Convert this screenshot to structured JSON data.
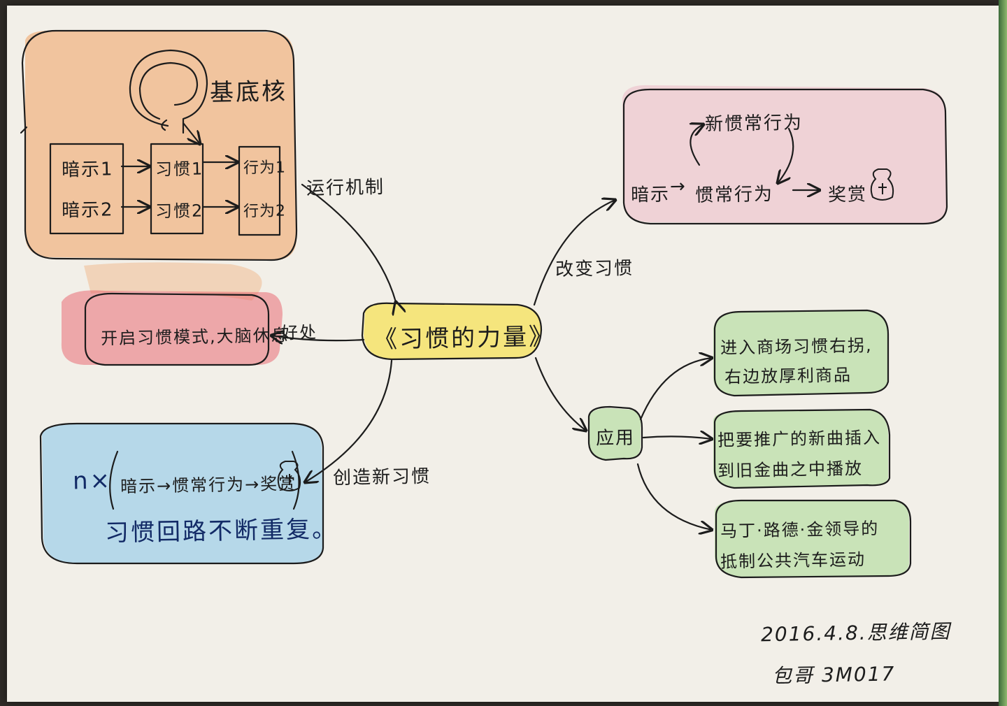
{
  "central_topic": "《习惯的力量》",
  "branches": {
    "mechanism": {
      "label": "运行机制",
      "basal_ganglia": "基底核",
      "cues": [
        "暗示1",
        "暗示2"
      ],
      "habits": [
        "习惯1",
        "习惯2"
      ],
      "actions": [
        "行为1",
        "行为2"
      ]
    },
    "benefit": {
      "label": "好处",
      "content": "开启习惯模式,大脑休息"
    },
    "change": {
      "label": "改变习惯",
      "new_routine": "新惯常行为",
      "cue": "暗示",
      "routine": "惯常行为",
      "reward": "奖赏"
    },
    "create": {
      "label": "创造新习惯",
      "prefix": "n×",
      "formula": "暗示→惯常行为→奖赏",
      "note": "习惯回路不断重复。"
    },
    "application": {
      "label": "应用",
      "items": [
        {
          "line1": "进入商场习惯右拐,",
          "line2": "右边放厚利商品"
        },
        {
          "line1": "把要推广的新曲插入",
          "line2": "到旧金曲之中播放"
        },
        {
          "line1": "马丁·路德·金领导的",
          "line2": "抵制公共汽车运动"
        }
      ]
    }
  },
  "footer": {
    "date_line": "2016.4.8.思维简图",
    "author": "包哥 3M017"
  },
  "icons": [
    "brain-icon",
    "money-bag-icon"
  ],
  "colors": {
    "orange": "#f0a060",
    "red": "#e7606a",
    "pink": "#eab0c0",
    "yellow": "#f6e25a",
    "blue": "#8ec8ea",
    "green": "#a8d890",
    "ink": "#1c1c1c"
  }
}
